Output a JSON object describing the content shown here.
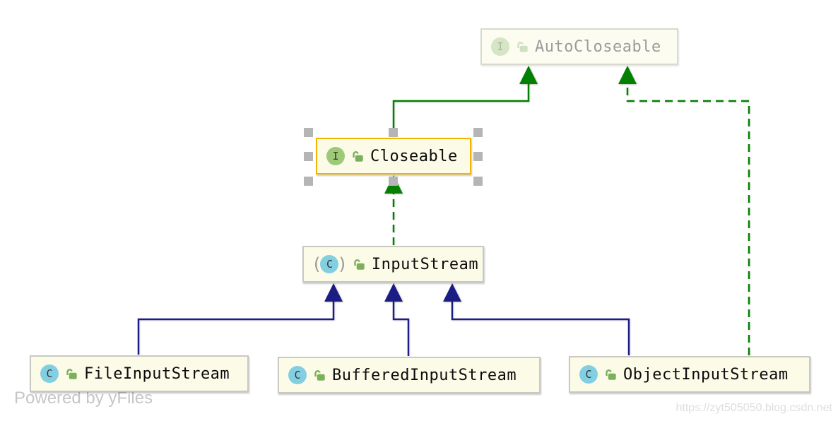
{
  "diagram": {
    "type": "uml-class-hierarchy",
    "nodes": [
      {
        "id": "autocloseable",
        "label": "AutoCloseable",
        "kind": "interface",
        "icon_letter": "I",
        "muted": true,
        "selected": false
      },
      {
        "id": "closeable",
        "label": "Closeable",
        "kind": "interface",
        "icon_letter": "I",
        "muted": false,
        "selected": true
      },
      {
        "id": "inputstream",
        "label": "InputStream",
        "kind": "abstract-class",
        "icon_letter": "C",
        "muted": false,
        "selected": false
      },
      {
        "id": "fileinputstream",
        "label": "FileInputStream",
        "kind": "class",
        "icon_letter": "C",
        "muted": false,
        "selected": false
      },
      {
        "id": "bufferedinputstream",
        "label": "BufferedInputStream",
        "kind": "class",
        "icon_letter": "C",
        "muted": false,
        "selected": false
      },
      {
        "id": "objectinputstream",
        "label": "ObjectInputStream",
        "kind": "class",
        "icon_letter": "C",
        "muted": false,
        "selected": false
      }
    ],
    "abstract_icon": {
      "paren_open": "(",
      "paren_close": ")"
    },
    "edges": [
      {
        "from": "Closeable",
        "to": "AutoCloseable",
        "relation": "extends",
        "style": "solid",
        "color": "green"
      },
      {
        "from": "InputStream",
        "to": "Closeable",
        "relation": "implements",
        "style": "dashed",
        "color": "green"
      },
      {
        "from": "ObjectInputStream",
        "to": "AutoCloseable",
        "relation": "implements",
        "style": "dashed",
        "color": "green"
      },
      {
        "from": "FileInputStream",
        "to": "InputStream",
        "relation": "extends",
        "style": "solid",
        "color": "navy"
      },
      {
        "from": "BufferedInputStream",
        "to": "InputStream",
        "relation": "extends",
        "style": "solid",
        "color": "navy"
      },
      {
        "from": "ObjectInputStream",
        "to": "InputStream",
        "relation": "extends",
        "style": "solid",
        "color": "navy"
      }
    ],
    "colors": {
      "edge_green": "#018001",
      "edge_navy": "#1C1C85",
      "selection_border": "#F5B301",
      "node_bg": "#FBFBE8",
      "node_border": "#C9C9C1",
      "lock_green": "#7CB05A"
    }
  },
  "footer": {
    "powered_by": "Powered by yFiles",
    "watermark": "https://zyt505050.blog.csdn.net"
  }
}
